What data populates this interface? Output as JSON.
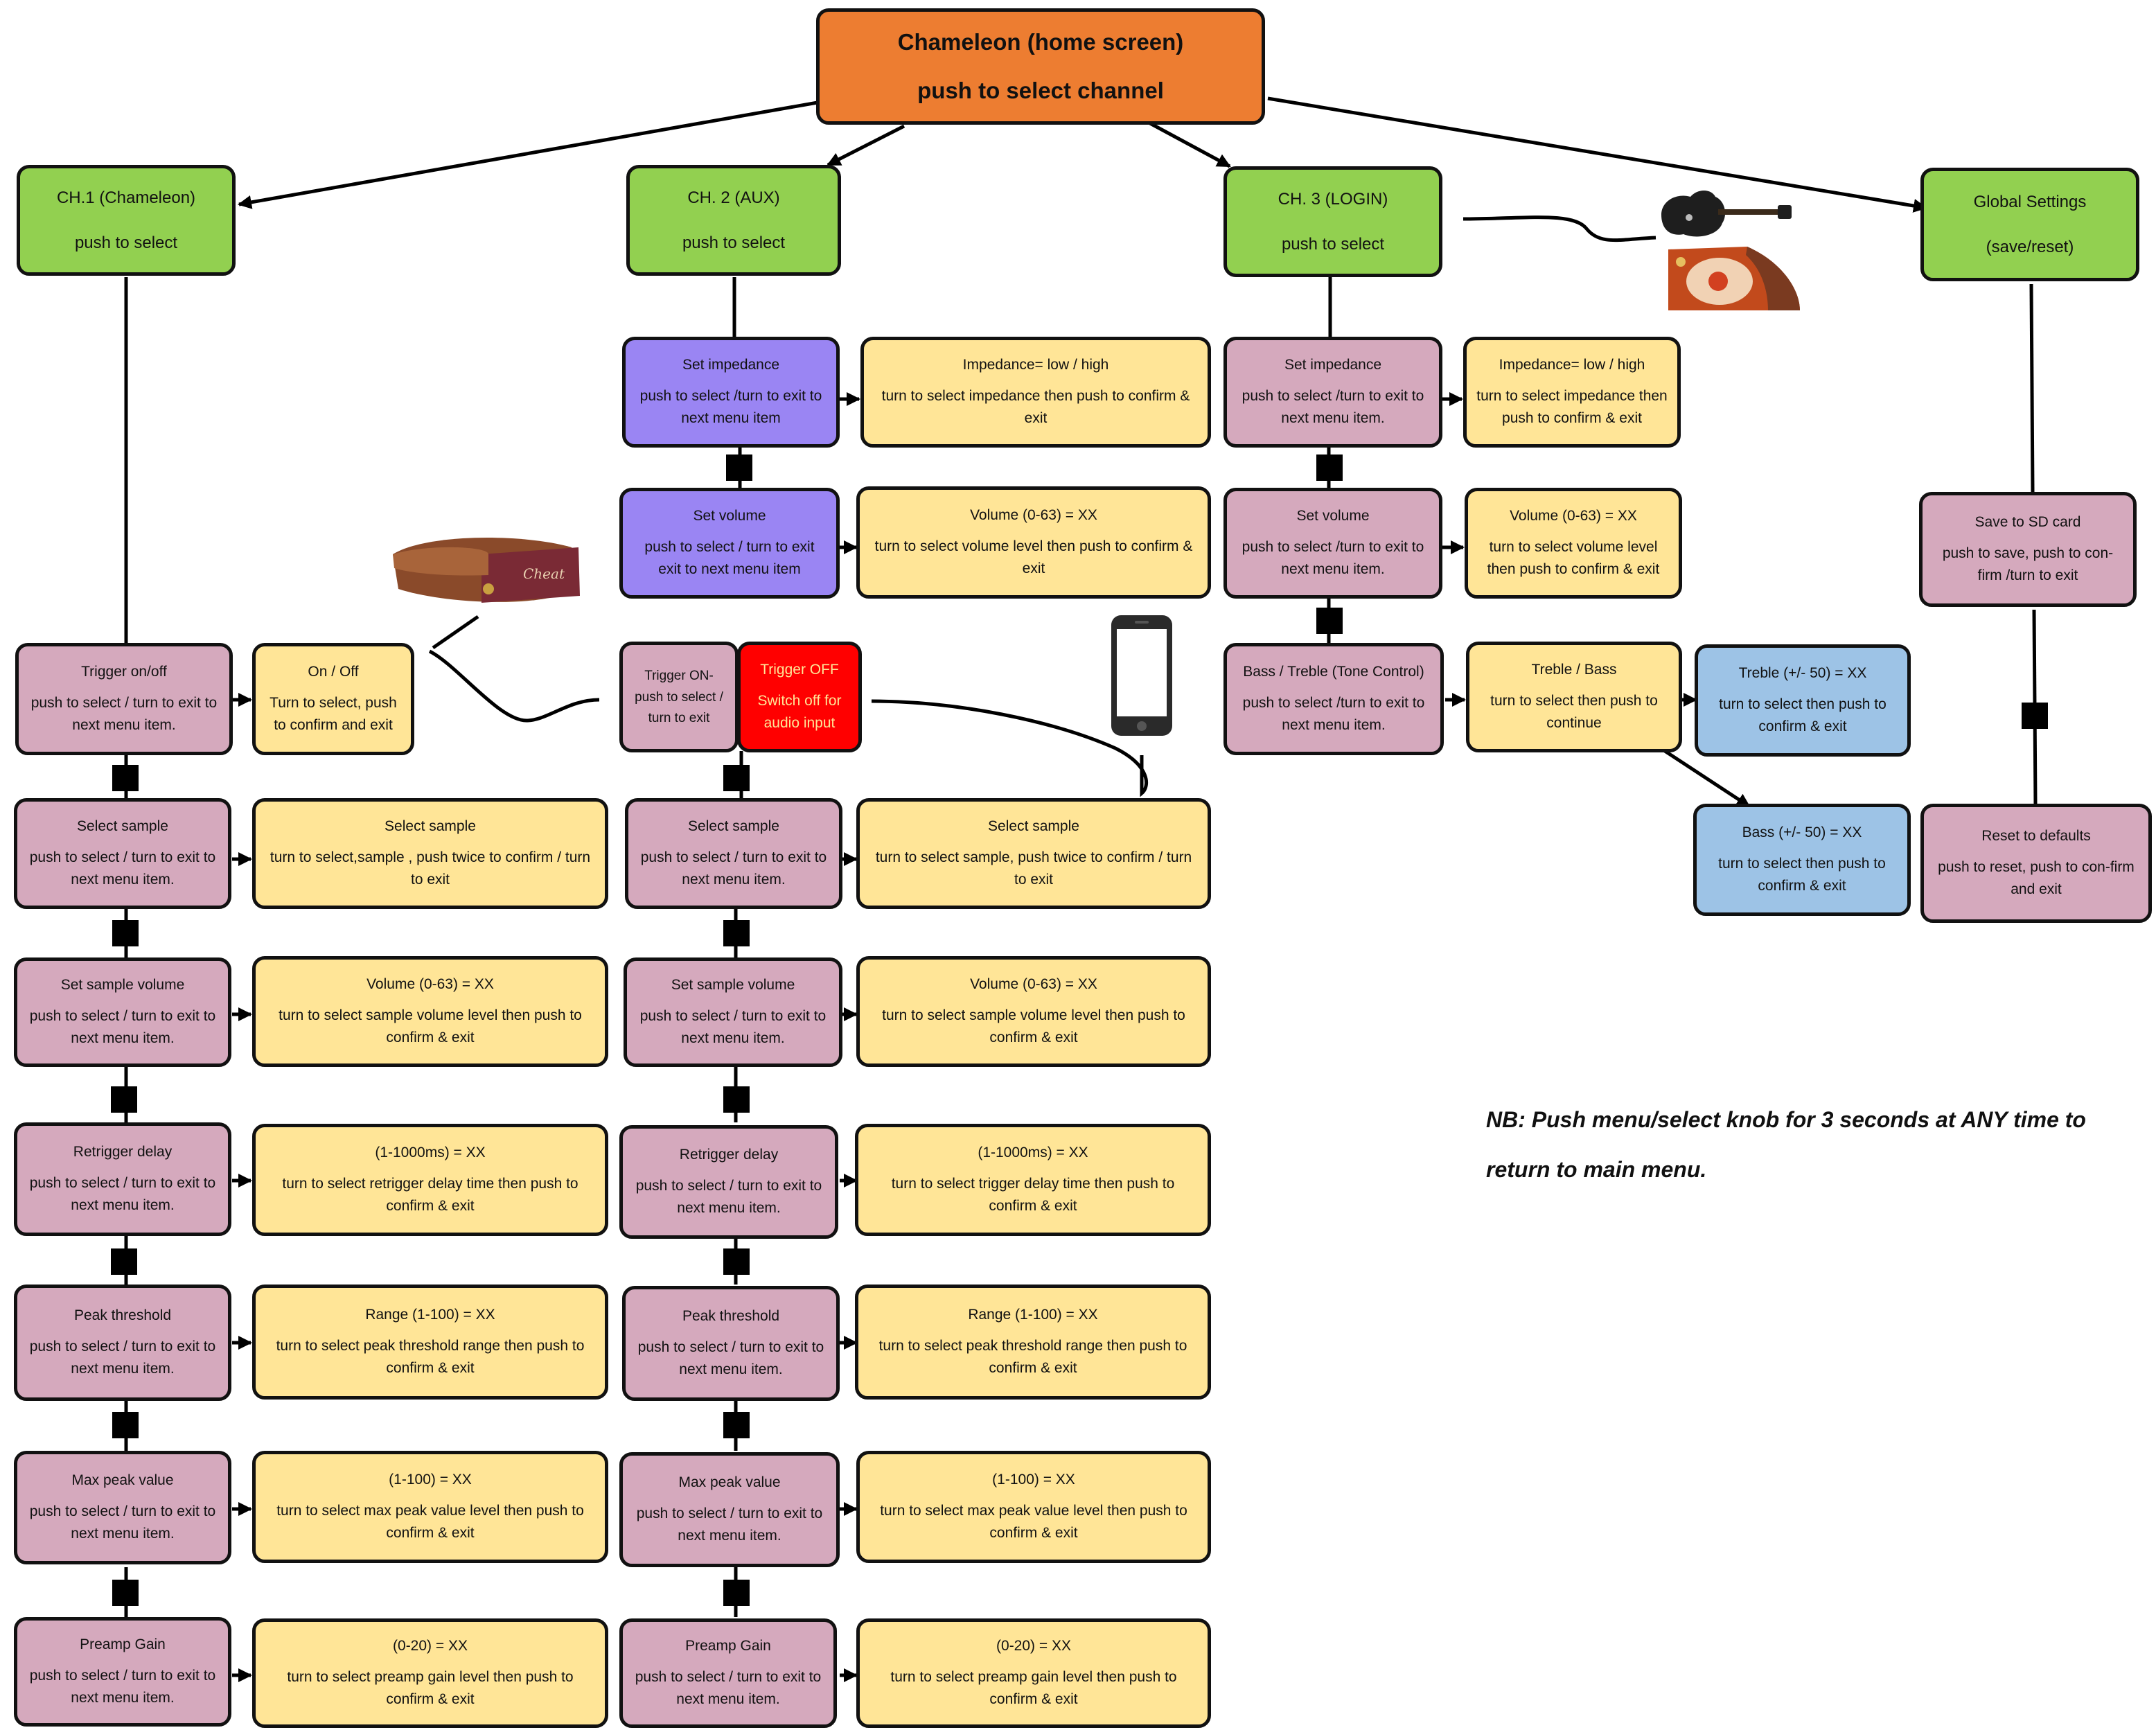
{
  "home": {
    "title": "Chameleon (home screen)",
    "body": "push to select channel"
  },
  "channels": {
    "ch1": {
      "title": "CH.1 (Chameleon)",
      "body": "push to select"
    },
    "ch2": {
      "title": "CH. 2  (AUX)",
      "body": "push to select"
    },
    "ch3": {
      "title": "CH. 3  (LOGIN)",
      "body": "push to select"
    },
    "global": {
      "title": "Global Settings",
      "body": "(save/reset)"
    }
  },
  "ch1": {
    "trigger": {
      "title": "Trigger on/off",
      "body": "push to select / turn to exit to next menu item."
    },
    "trigger_opt": {
      "title": "On / Off",
      "body": "Turn to select, push to confirm and exit"
    },
    "sample": {
      "title": "Select sample",
      "body": "push to select / turn to exit to next menu item."
    },
    "sample_opt": {
      "title": "Select sample",
      "body": "turn to select,sample , push twice to confirm / turn to exit"
    },
    "svol": {
      "title": "Set sample volume",
      "body": "push to select / turn to exit to next menu item."
    },
    "svol_opt": {
      "title": "Volume (0-63)    = XX",
      "body": "turn to select sample volume level then push to confirm & exit"
    },
    "retrig": {
      "title": "Retrigger delay",
      "body": "push to select / turn to exit to next menu item."
    },
    "retrig_opt": {
      "title": "(1-1000ms) = XX",
      "body": "turn to select retrigger delay time then push to confirm & exit"
    },
    "peak": {
      "title": "Peak threshold",
      "body": "push to select / turn to exit to next menu item."
    },
    "peak_opt": {
      "title": "Range (1-100) = XX",
      "body": "turn to select peak threshold range then push to confirm & exit"
    },
    "maxpeak": {
      "title": "Max peak value",
      "body": "push to select / turn to exit to next menu item."
    },
    "maxpeak_opt": {
      "title": "(1-100) = XX",
      "body": "turn to select max peak value level then push to confirm & exit"
    },
    "gain": {
      "title": "Preamp Gain",
      "body": "push to select / turn to exit to next menu item."
    },
    "gain_opt": {
      "title": "(0-20) = XX",
      "body": "turn to select preamp gain level then push to confirm & exit"
    }
  },
  "ch2": {
    "imp": {
      "title": "Set impedance",
      "body": "push to select /turn  to exit to next menu item"
    },
    "imp_opt": {
      "title": "Impedance= low / high",
      "body": "turn to select impedance then push to confirm & exit"
    },
    "vol": {
      "title": "Set volume",
      "body": "push to select / turn to exit exit to next menu item"
    },
    "vol_opt": {
      "title": "Volume (0-63)    = XX",
      "body": "turn to select volume level then push to confirm & exit"
    },
    "trig_on": {
      "title": "Trigger ON-",
      "body": "push to select / turn to exit"
    },
    "trig_off": {
      "title": "Trigger OFF",
      "body": "Switch off for audio input"
    },
    "sample": {
      "title": "Select sample",
      "body": "push to select / turn to exit to next menu item."
    },
    "sample_opt": {
      "title": "Select sample",
      "body": "turn to select sample, push  twice to confirm / turn to exit"
    },
    "svol": {
      "title": "Set sample volume",
      "body": "push to select / turn to exit to next menu item."
    },
    "svol_opt": {
      "title": "Volume (0-63)    = XX",
      "body": "turn to select sample volume level then push to confirm & exit"
    },
    "retrig": {
      "title": "Retrigger delay",
      "body": "push to select / turn to exit to next menu item."
    },
    "retrig_opt": {
      "title": "(1-1000ms) = XX",
      "body": "turn to select trigger delay time then push to confirm & exit"
    },
    "peak": {
      "title": "Peak threshold",
      "body": "push to select / turn to exit to next menu item."
    },
    "peak_opt": {
      "title": "Range (1-100) = XX",
      "body": "turn to select peak threshold range then push to confirm & exit"
    },
    "maxpeak": {
      "title": "Max peak value",
      "body": "push to select / turn to exit to next menu item."
    },
    "maxpeak_opt": {
      "title": "(1-100) = XX",
      "body": "turn to select max peak value level then push to confirm & exit"
    },
    "gain": {
      "title": "Preamp Gain",
      "body": "push to select / turn to exit to next menu item."
    },
    "gain_opt": {
      "title": "(0-20) = XX",
      "body": "turn to select preamp gain level then push to confirm & exit"
    }
  },
  "ch3": {
    "imp": {
      "title": "Set impedance",
      "body": "push to select /turn to exit to next menu item."
    },
    "imp_opt": {
      "title": "Impedance= low / high",
      "body": "turn to select impedance then push to confirm & exit"
    },
    "vol": {
      "title": "Set volume",
      "body": "push to select /turn to exit to next menu item."
    },
    "vol_opt": {
      "title": "Volume (0-63)    = XX",
      "body": "turn to select volume level then push to confirm & exit"
    },
    "tone": {
      "title": "Bass / Treble (Tone Control)",
      "body": "push to  select /turn to exit to next menu item."
    },
    "tone_opt": {
      "title": "Treble / Bass",
      "body": "turn to select then push to continue"
    },
    "treble": {
      "title": "Treble (+/- 50) = XX",
      "body": "turn to select then push to confirm & exit"
    },
    "bass": {
      "title": "Bass (+/- 50) = XX",
      "body": "turn to select  then push to confirm & exit"
    }
  },
  "global": {
    "save": {
      "title": "Save to SD card",
      "body": "push to save, push to con-firm /turn to exit"
    },
    "reset": {
      "title": "Reset to defaults",
      "body": "push to reset, push to  con-firm and exit"
    }
  },
  "note": "NB: Push menu/select knob for 3 seconds at ANY time to return to main menu.",
  "colors": {
    "home": "#ed7d31",
    "channel": "#92d050",
    "menu_ch1": "#d5a9bd",
    "menu_ch2_top": "#9a85f3",
    "option": "#ffe597",
    "tone_sub": "#9dc3e6",
    "trigger_off": "#ff0000"
  },
  "icons": [
    "trigger-pedal-icon",
    "smartphone-icon",
    "electric-guitar-icon",
    "login-preamp-icon"
  ]
}
